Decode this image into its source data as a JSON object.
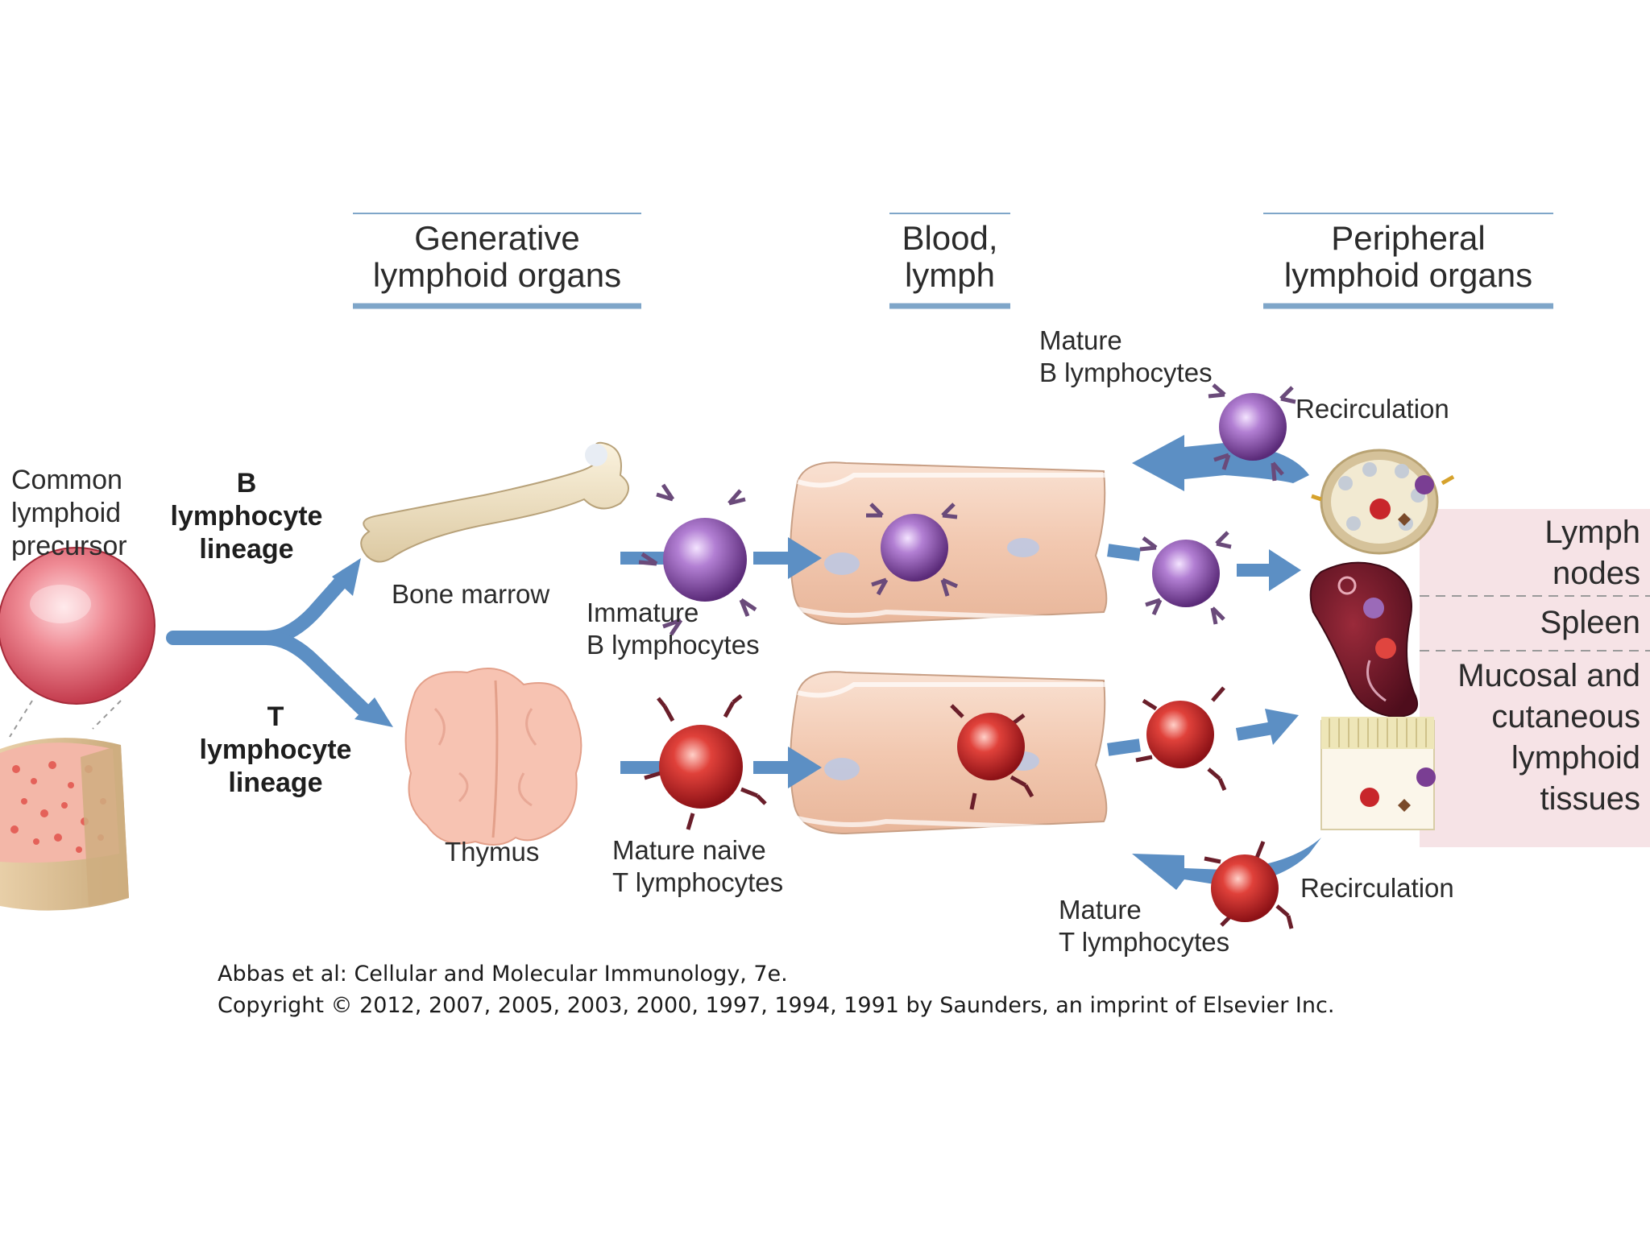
{
  "headers": {
    "generative": "Generative\nlymphoid organs",
    "blood": "Blood,\nlymph",
    "peripheral": "Peripheral\nlymphoid organs"
  },
  "labels": {
    "precursor": "Common\nlymphoid\nprecursor",
    "b_lineage": "B\nlymphocyte\nlineage",
    "t_lineage": "T\nlymphocyte\nlineage",
    "bone_marrow": "Bone marrow",
    "thymus": "Thymus",
    "immature_b": "Immature\nB lymphocytes",
    "mature_naive_t": "Mature naive\nT lymphocytes",
    "mature_b": "Mature\nB lymphocytes",
    "mature_t": "Mature\nT lymphocytes",
    "recirculation_top": "Recirculation",
    "recirculation_bottom": "Recirculation"
  },
  "tissues": {
    "lymph_nodes": "Lymph\nnodes",
    "spleen": "Spleen",
    "mucosal": "Mucosal and\ncutaneous\nlymphoid\ntissues"
  },
  "citation": {
    "line1": "Abbas et al: Cellular and Molecular Immunology, 7e.",
    "line2": "Copyright © 2012, 2007, 2005, 2003, 2000, 1997, 1994, 1991 by Saunders, an imprint of Elsevier Inc."
  },
  "colors": {
    "b_cell": "#7a3e93",
    "t_cell": "#c8262b",
    "arrow": "#5c8fc4",
    "tissue_panel": "#f6e3e6",
    "vessel": "#f2cdb4"
  }
}
